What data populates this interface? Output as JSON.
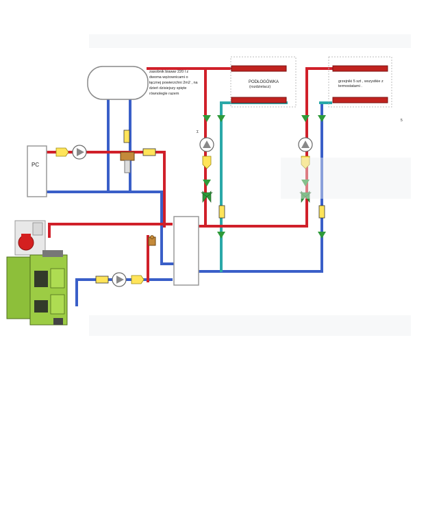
{
  "colors": {
    "hot": "#d0202a",
    "cold": "#3a5fc8",
    "return": "#2aa8a8",
    "valve": "#ffe45a",
    "pump_fill": "#ffffff",
    "mixing": "#2e9a3a",
    "boiler": "#8dbf3a"
  },
  "labels": {
    "tank_note": [
      "zasobnik biawar 220 l z",
      "dwoma wężownicami o",
      "łącznej powierzchni 2m2 , na",
      "dzień dzisiejszy spięte",
      "równolegle razem"
    ],
    "pc": "PC",
    "underfloor": "PODŁOGÓWKA",
    "underfloor_sub": "(rozdzielacz)",
    "radiators": [
      "grzejniki 5 szt , wszystkie z",
      "termostatami  ."
    ],
    "mark_a": "5",
    "mark_b": "Σ"
  },
  "icons": {
    "pump": "circulation-pump-icon",
    "check_valve": "check-valve-icon",
    "mixing_valve": "mixing-valve-icon",
    "expansion_vessel": "expansion-vessel-icon"
  }
}
